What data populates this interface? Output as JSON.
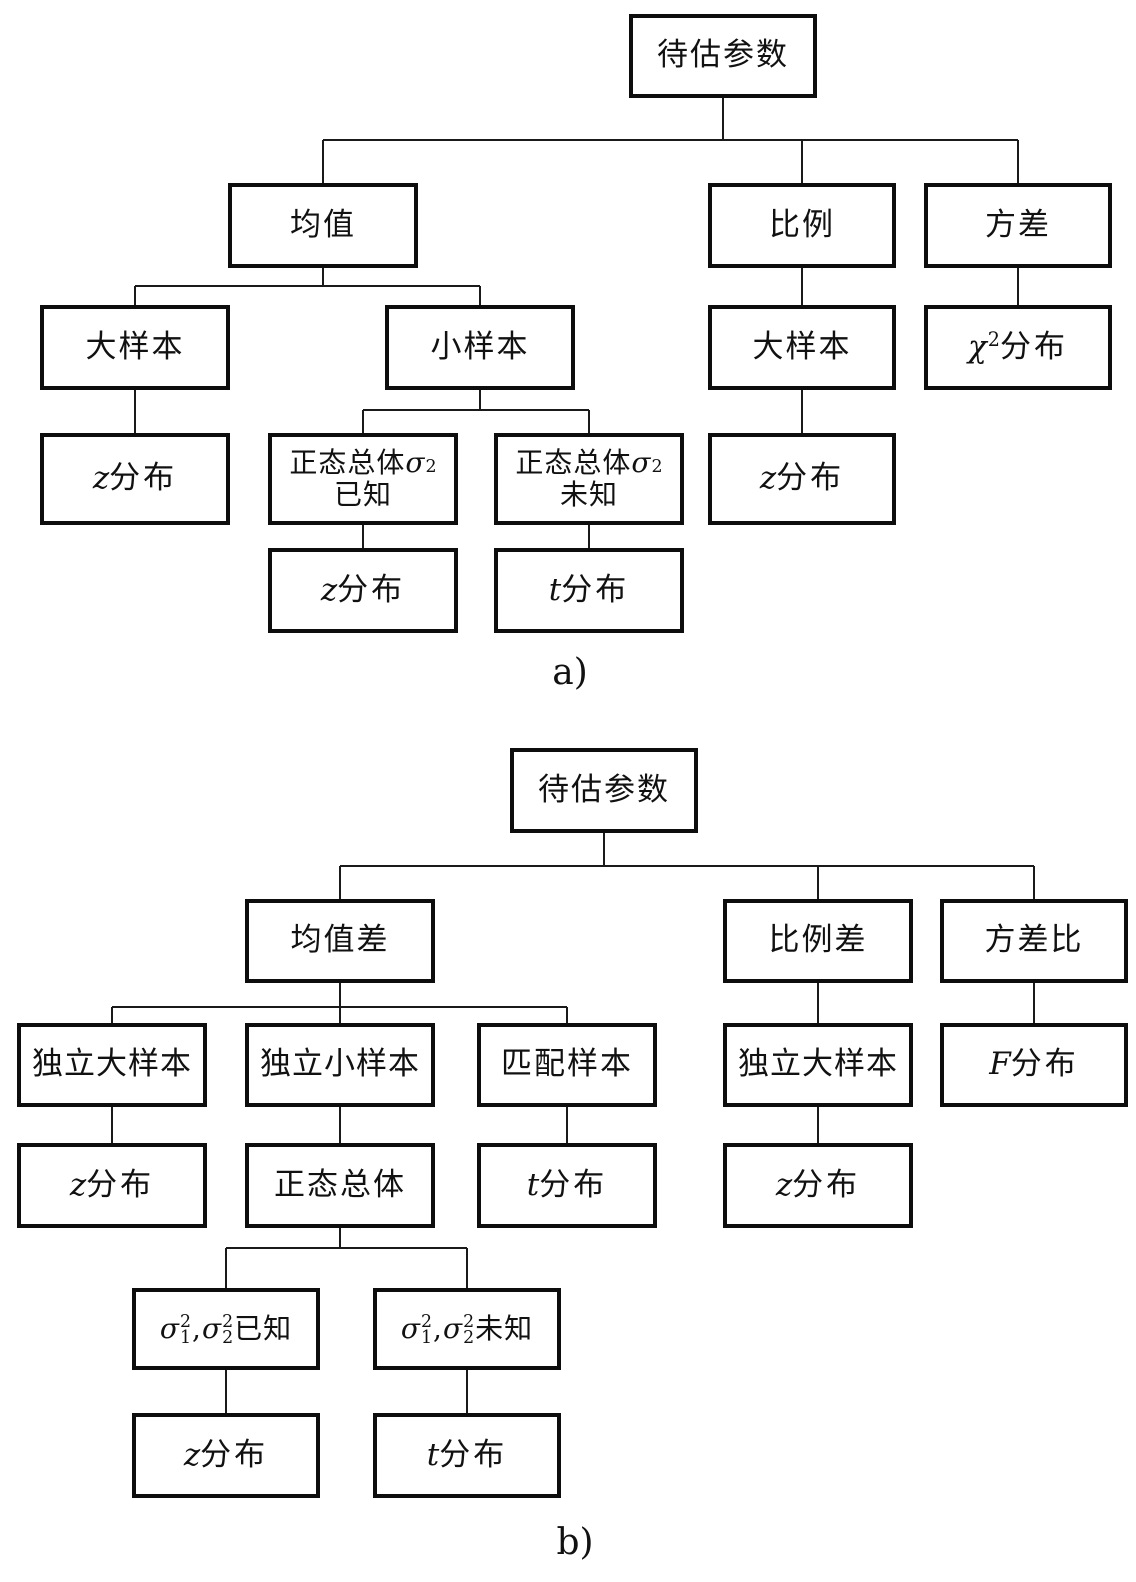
{
  "colors": {
    "box_border": "#0d0d0d",
    "connector_line": "#1a1a1a",
    "background": "#ffffff",
    "text": "#111111"
  },
  "diagram_a": {
    "label": "a)",
    "nodes": {
      "root": "待估参数",
      "mean": "均值",
      "proportion": "比例",
      "variance": "方差",
      "large_sample_mean": "大样本",
      "small_sample": "小样本",
      "large_sample_prop": "大样本",
      "chi": {
        "sym": "χ",
        "sup": "2",
        "text": "分布"
      },
      "z1": {
        "sym": "z",
        "text": "分布"
      },
      "normal_known": {
        "line1_pre": "正态总体",
        "sigma": "σ",
        "sup": "2",
        "line2": "已知"
      },
      "normal_unknown": {
        "line1_pre": "正态总体",
        "sigma": "σ",
        "sup": "2",
        "line2": "未知"
      },
      "z2": {
        "sym": "z",
        "text": "分布"
      },
      "z3": {
        "sym": "z",
        "text": "分布"
      },
      "t1": {
        "sym": "t",
        "text": "分布"
      }
    }
  },
  "diagram_b": {
    "label": "b)",
    "nodes": {
      "root": "待估参数",
      "mean_diff": "均值差",
      "prop_diff": "比例差",
      "var_ratio": "方差比",
      "ind_large_1": "独立大样本",
      "ind_small": "独立小样本",
      "matched": "匹配样本",
      "ind_large_2": "独立大样本",
      "f": {
        "sym": "F",
        "text": "分布"
      },
      "z1": {
        "sym": "z",
        "text": "分布"
      },
      "normal": "正态总体",
      "t1": {
        "sym": "t",
        "text": "分布"
      },
      "z2": {
        "sym": "z",
        "text": "分布"
      },
      "sigma_known": {
        "s1": "σ",
        "s1sup": "2",
        "s1sub": "1",
        "comma": ",",
        "s2": "σ",
        "s2sup": "2",
        "s2sub": "2",
        "text": "已知"
      },
      "sigma_unknown": {
        "s1": "σ",
        "s1sup": "2",
        "s1sub": "1",
        "comma": ",",
        "s2": "σ",
        "s2sup": "2",
        "s2sub": "2",
        "text": "未知"
      },
      "z3": {
        "sym": "z",
        "text": "分布"
      },
      "t2": {
        "sym": "t",
        "text": "分布"
      }
    }
  }
}
